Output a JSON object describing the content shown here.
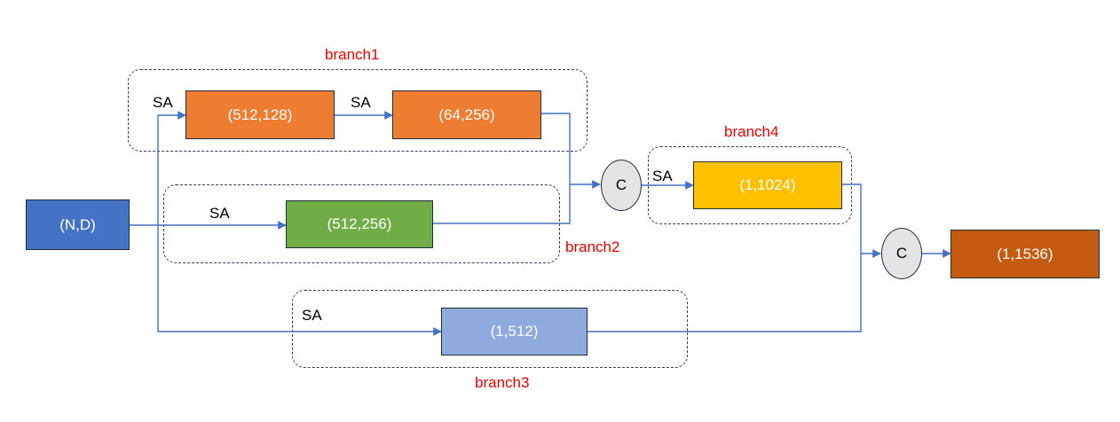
{
  "nodes": {
    "input": "(N,D)",
    "b1_1": "(512,128)",
    "b1_2": "(64,256)",
    "b2": "(512,256)",
    "b3": "(1,512)",
    "b4": "(1,1024)",
    "out": "(1,1536)"
  },
  "concat_symbol": "C",
  "sa_label": "SA",
  "branches": {
    "b1": "branch1",
    "b2": "branch2",
    "b3": "branch3",
    "b4": "branch4"
  },
  "colors": {
    "input": "#4472c4",
    "b1": "#ed7d31",
    "b2": "#70ad47",
    "b3": "#8faadc",
    "b4": "#ffc000",
    "out": "#c55a11",
    "line": "#4472c4",
    "branch_label": "#e00000"
  }
}
